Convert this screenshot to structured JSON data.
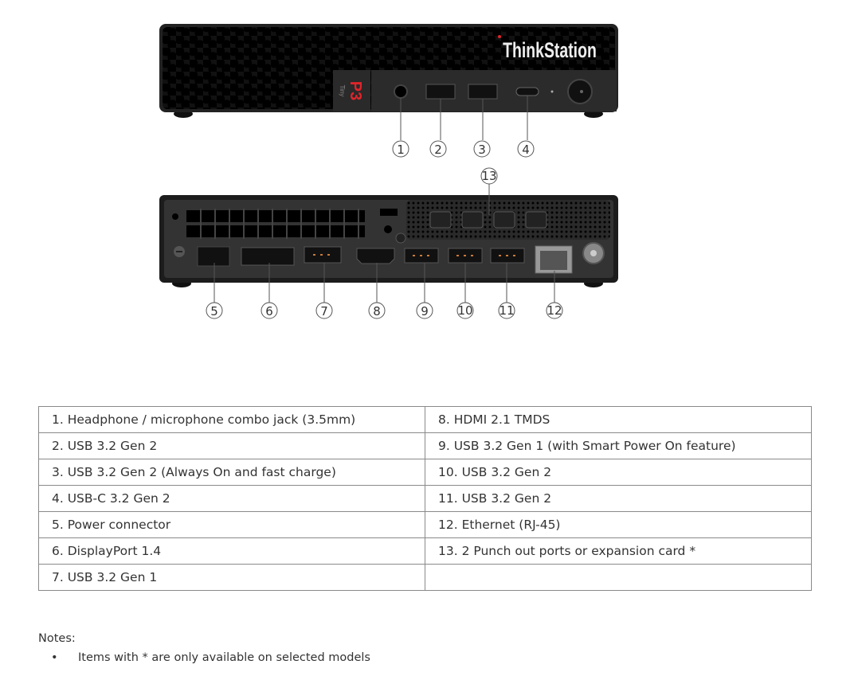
{
  "figure": {
    "brand_logo": "ThinkStation",
    "model_badge": "P3",
    "model_sub": "Tiny",
    "front_callouts": [
      "1",
      "2",
      "3",
      "4"
    ],
    "rear_callouts": [
      "5",
      "6",
      "7",
      "8",
      "9",
      "10",
      "11",
      "12",
      "13"
    ]
  },
  "table": {
    "rows": [
      [
        "1.  Headphone / microphone combo jack (3.5mm)",
        "8.  HDMI 2.1 TMDS"
      ],
      [
        "2.  USB 3.2 Gen 2",
        "9.  USB 3.2 Gen 1 (with Smart Power On feature)"
      ],
      [
        "3.  USB 3.2 Gen 2 (Always On and fast charge)",
        "10. USB 3.2 Gen 2"
      ],
      [
        "4.  USB-C 3.2 Gen 2",
        "11.  USB 3.2 Gen 2"
      ],
      [
        "5.  Power connector",
        "12. Ethernet (RJ-45)"
      ],
      [
        "6.  DisplayPort 1.4",
        "13. 2 Punch out ports or expansion card *"
      ],
      [
        "7.  USB 3.2 Gen 1",
        ""
      ]
    ]
  },
  "notes": {
    "title": "Notes:",
    "bullet_char": "•",
    "items": [
      "Items with * are only available on selected models"
    ]
  },
  "colors": {
    "chassis": "#1e1e1e",
    "accent_red": "#e0242a",
    "panel": "#2b2b2b"
  }
}
